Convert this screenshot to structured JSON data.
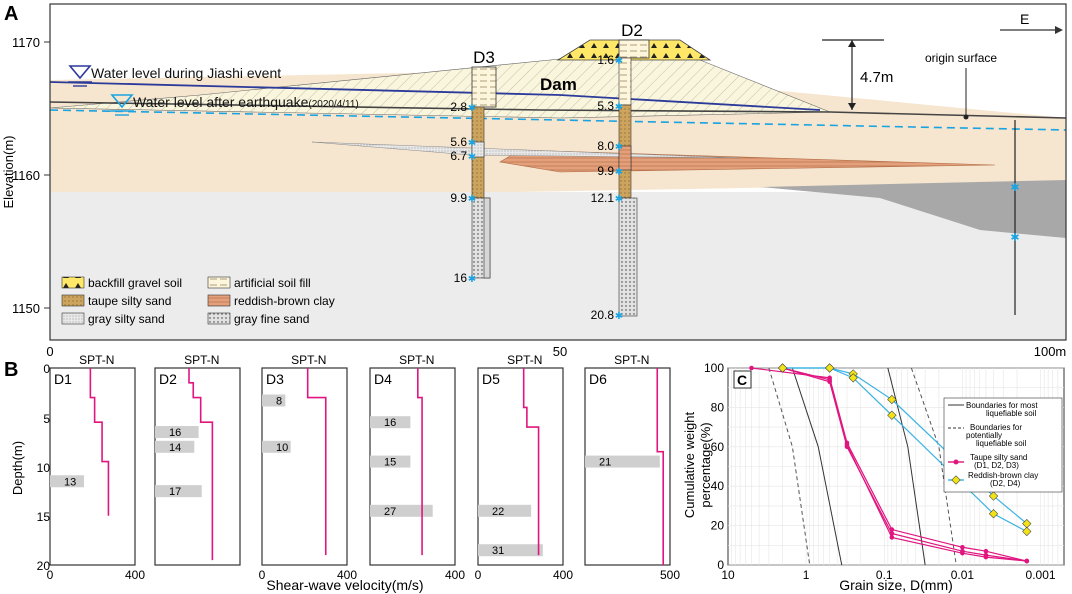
{
  "panel_a": {
    "label": "A",
    "y_label": "Elevation(m)",
    "y_ticks": [
      "1170",
      "1160",
      "1150"
    ],
    "x_ticks": [
      "0",
      "50",
      "100m"
    ],
    "east_label": "E",
    "dam_label": "Dam",
    "height_label": "4.7m",
    "origin_label": "origin surface",
    "water1_label": "Water level during Jiashi event",
    "water2_label": "Water level after earthquake",
    "water2_date": "(2020/4/11)",
    "boreholes": [
      {
        "name": "D3",
        "depths": [
          "2.8",
          "5.6",
          "6.7",
          "9.9",
          "16"
        ]
      },
      {
        "name": "D2",
        "depths": [
          "1.6",
          "5.3",
          "8.0",
          "9.9",
          "12.1",
          "20.8"
        ]
      }
    ],
    "legend": [
      "backfill gravel soil",
      "artificial soil fill",
      "taupe silty sand",
      "reddish-brown clay",
      "gray silty sand",
      "gray fine sand"
    ]
  },
  "panel_b": {
    "label": "B",
    "y_label": "Depth(m)",
    "x_label": "Shear-wave velocity(m/s)",
    "y_ticks": [
      "0",
      "5",
      "10",
      "15",
      "20"
    ],
    "spt_label": "SPT-N",
    "columns": [
      {
        "name": "D1",
        "ticks": [
          "0",
          "400"
        ],
        "spt": [
          "13"
        ]
      },
      {
        "name": "D2",
        "ticks": [],
        "spt": [
          "16",
          "14",
          "17"
        ]
      },
      {
        "name": "D3",
        "ticks": [
          "0",
          "400"
        ],
        "spt": [
          "8",
          "10"
        ]
      },
      {
        "name": "D4",
        "ticks": [
          "",
          "400"
        ],
        "spt": [
          "16",
          "15",
          "27"
        ]
      },
      {
        "name": "D5",
        "ticks": [
          "0",
          "400"
        ],
        "spt": [
          "22",
          "31"
        ]
      },
      {
        "name": "D6",
        "ticks": [
          "",
          "500"
        ],
        "spt": [
          "21"
        ]
      }
    ]
  },
  "panel_c": {
    "label": "C",
    "y_label": "Cumulative weight percentage(%)",
    "x_label": "Grain size, D(mm)",
    "y_ticks": [
      "0",
      "20",
      "40",
      "60",
      "80",
      "100"
    ],
    "x_ticks": [
      "10",
      "1",
      "0.1",
      "0.01",
      "0.001"
    ],
    "legend": {
      "solid": "Boundaries for most liquefiable soil",
      "dashed": "Boundaries for potentially liquefiable soil",
      "taupe": "Taupe silty sand",
      "taupe_sub": "(D1, D2, D3)",
      "clay": "Reddish-brown clay",
      "clay_sub": "(D2, D4)"
    }
  },
  "colors": {
    "taupe_silty_sand": "#c9a462",
    "reddish_brown_clay": "#c0714a",
    "gray_silty_sand": "#dcdcdc",
    "backfill_gravel": "#fff07a",
    "spt_curve": "#e0157f",
    "water_after": "#1aa3e0",
    "water_jiashi": "#2c3a9a",
    "clay_curve": "#3ab3e0"
  }
}
